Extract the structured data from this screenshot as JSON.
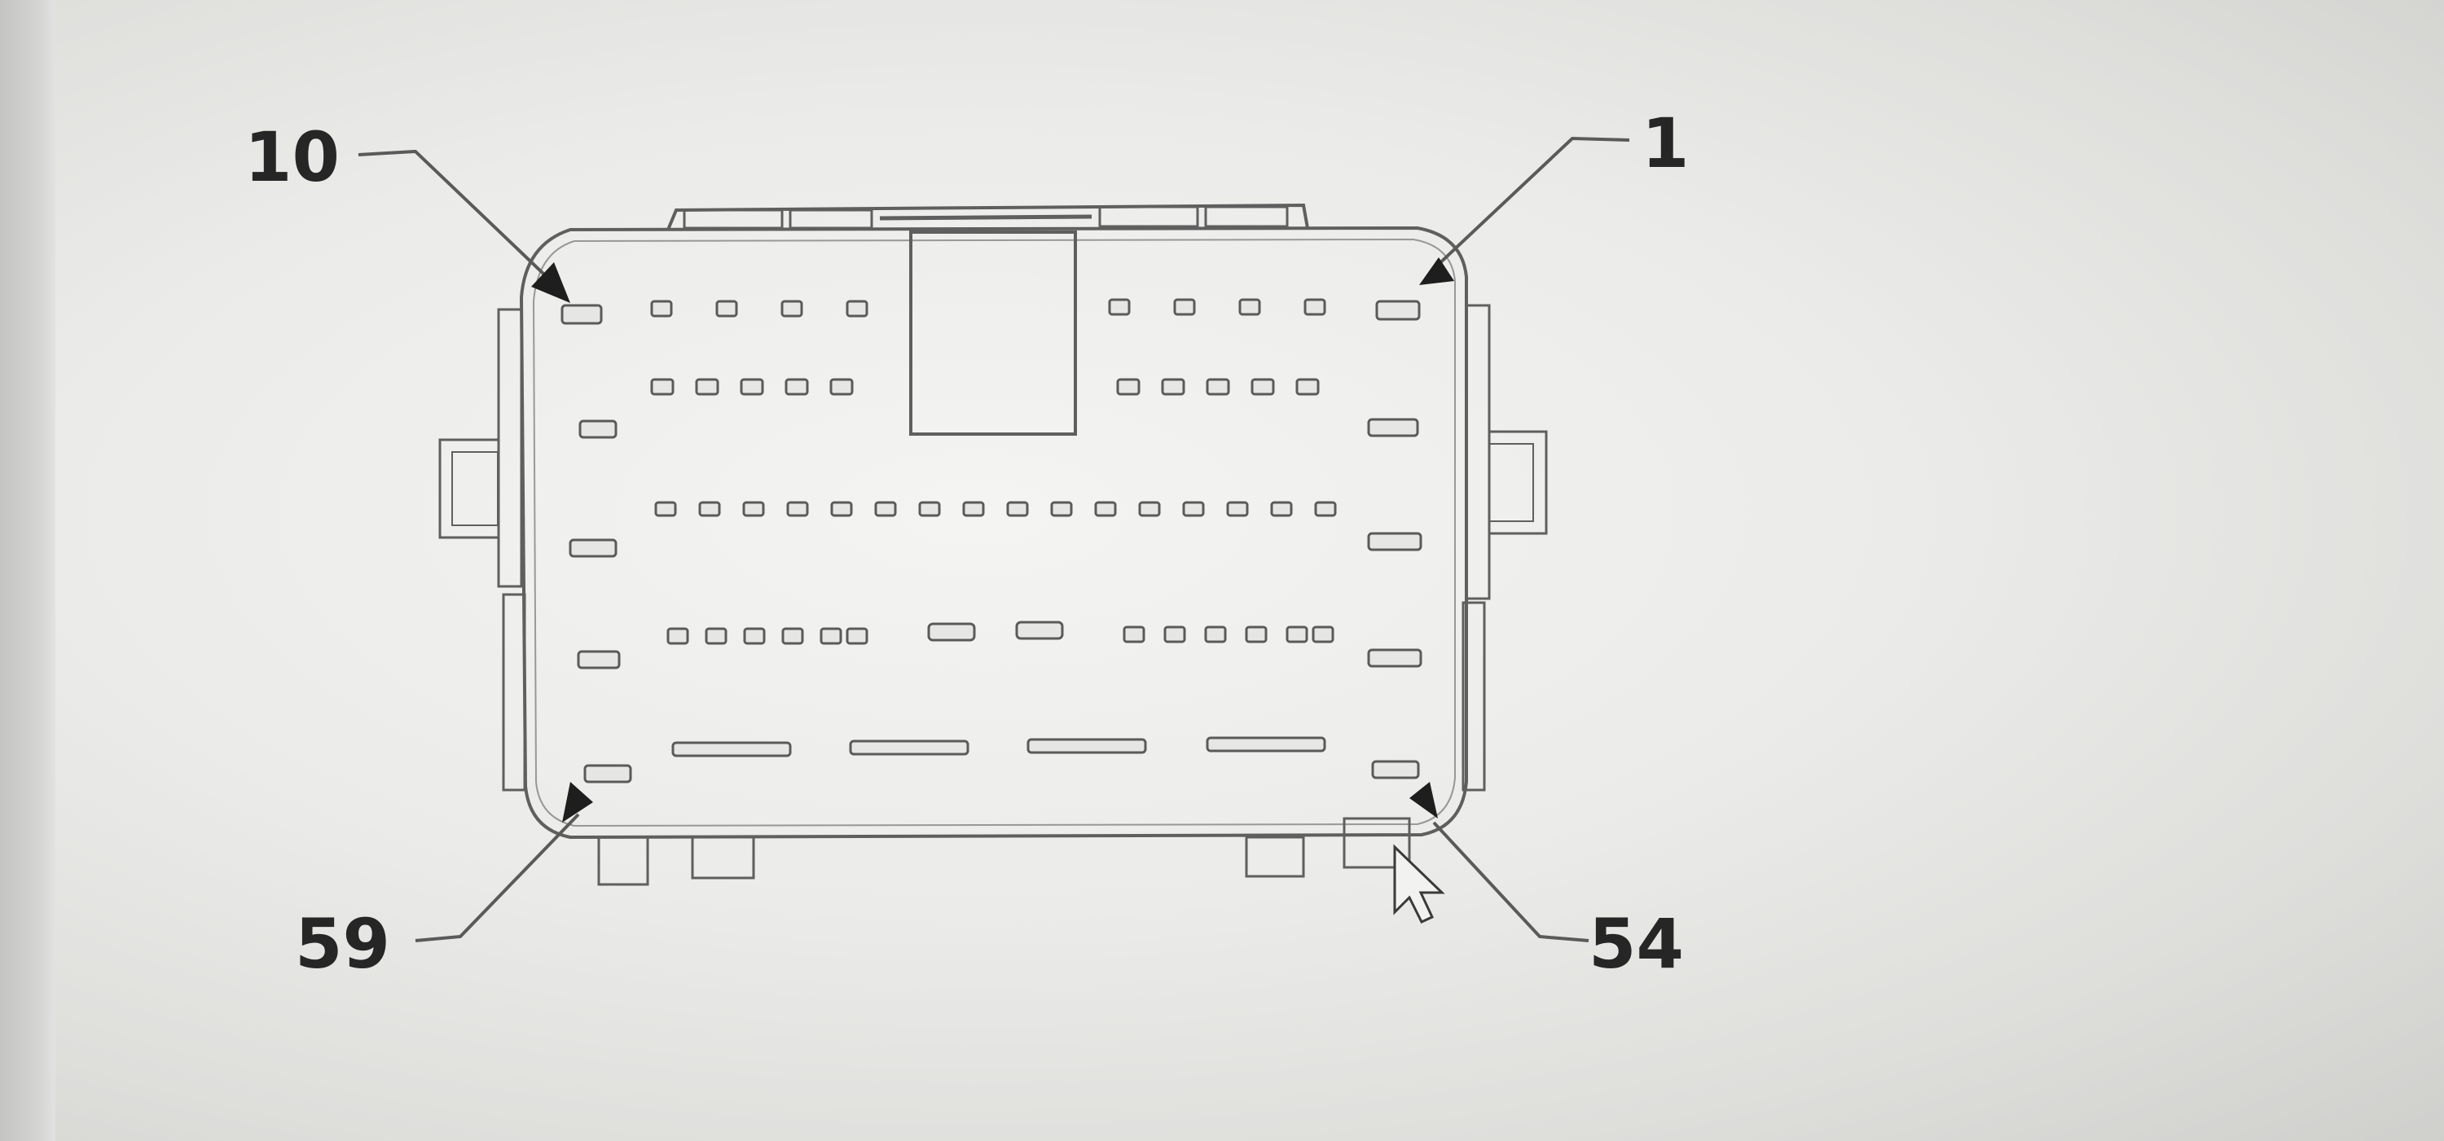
{
  "callouts": {
    "top_left": "10",
    "top_right": "1",
    "bottom_left": "59",
    "bottom_right": "54"
  },
  "colors": {
    "line": "#5a5a5a",
    "text": "#262626"
  },
  "icons": {
    "cursor": "mouse-pointer-icon"
  }
}
